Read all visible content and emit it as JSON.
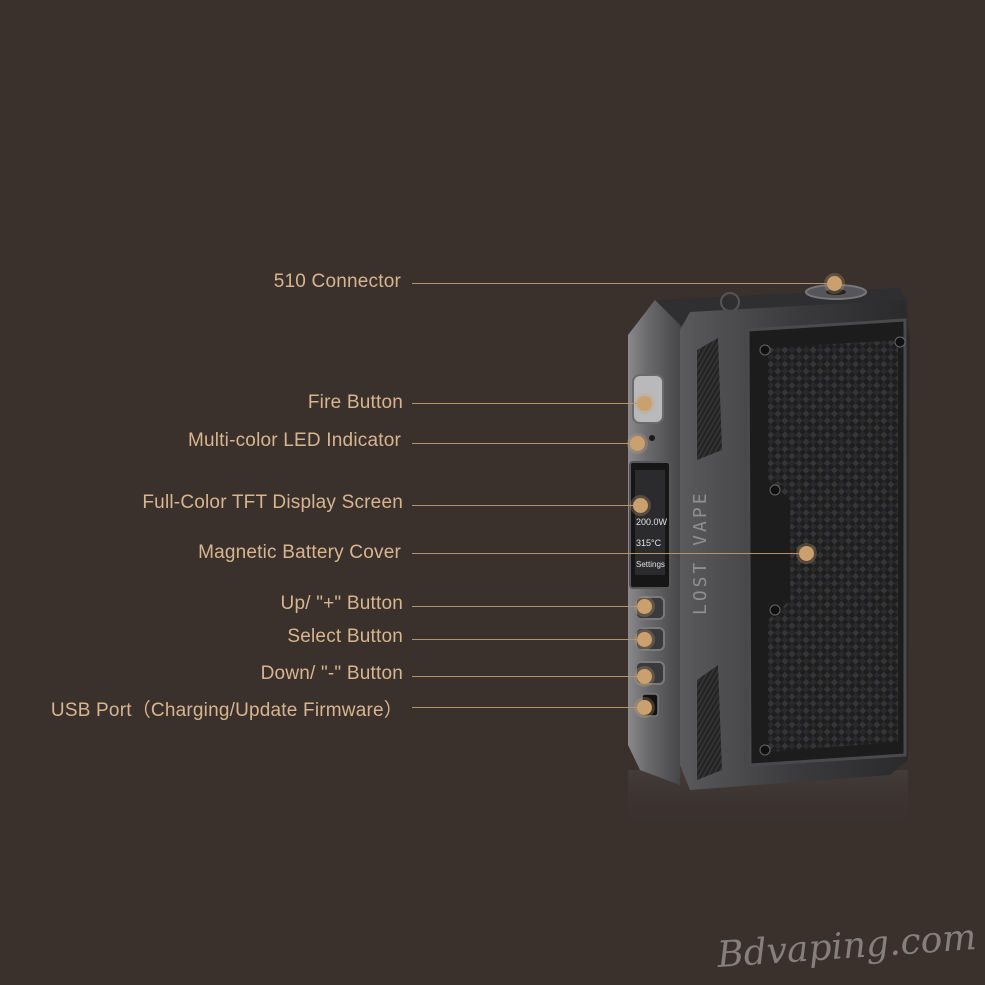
{
  "diagram": {
    "callouts": [
      {
        "id": "connector-510",
        "label": "510 Connector"
      },
      {
        "id": "fire-button",
        "label": "Fire Button"
      },
      {
        "id": "led-indicator",
        "label": "Multi-color LED Indicator"
      },
      {
        "id": "tft-display",
        "label": "Full-Color TFT Display Screen"
      },
      {
        "id": "battery-cover",
        "label": "Magnetic Battery Cover"
      },
      {
        "id": "up-button",
        "label": "Up/ \"+\" Button"
      },
      {
        "id": "select-button",
        "label": "Select Button"
      },
      {
        "id": "down-button",
        "label": "Down/ \"-\" Button"
      },
      {
        "id": "usb-port",
        "label": "USB Port（Charging/Update Firmware）"
      }
    ],
    "device": {
      "brand": "LOST VAPE",
      "screen_lines": [
        "200.0W",
        "315°C",
        "Settings"
      ]
    },
    "colors": {
      "background": "#3a312d",
      "label": "#d8b58e",
      "leader": "#b4926f",
      "dot": "#c9a06e"
    }
  },
  "watermark": "Bdvaping.com"
}
